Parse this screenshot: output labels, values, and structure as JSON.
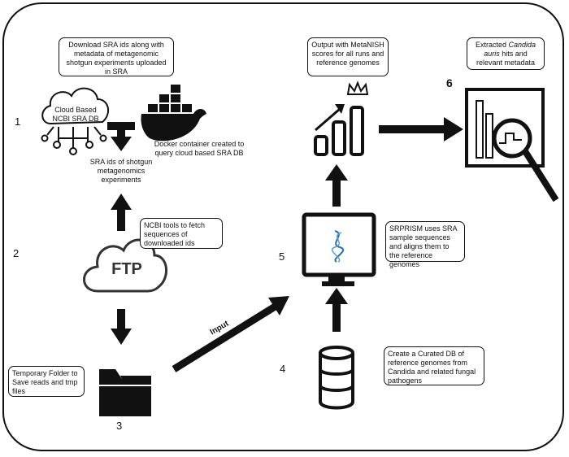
{
  "steps": {
    "n1": "1",
    "n2": "2",
    "n3": "3",
    "n4": "4",
    "n5": "5",
    "n6": "6"
  },
  "notes": {
    "download": "Download SRA ids along with metadata of metagenomic shotgun experiments uploaded in SRA",
    "cloud_db": "Cloud Based NCBI SRA DB",
    "docker": "Docker container created to query cloud based SRA DB",
    "sra_ids": "SRA ids of shotgun metagenomics experiments",
    "ncbi_tools": "NCBI tools to fetch sequences of downloaded ids",
    "ftp": "FTP",
    "temp_folder": "Temporary Folder to Save reads and tmp files",
    "input": "Input",
    "curated_db": "Create a Curated DB of reference genomes from Candida and related fungal pathogens",
    "srprism": "SRPRISM uses SRA sample sequences and aligns them to the reference genomes",
    "output": "Output with MetaNISH scores for all runs and reference genomes",
    "extracted_pre": "Extracted ",
    "extracted_italic": "Candida auris",
    "extracted_post": " hits and relevant metadata"
  },
  "icons": [
    "cloud-network-icon",
    "docker-whale-icon",
    "ftp-cloud-icon",
    "folder-icon",
    "database-icon",
    "monitor-icon",
    "growth-chart-icon",
    "magnifier-report-icon"
  ]
}
